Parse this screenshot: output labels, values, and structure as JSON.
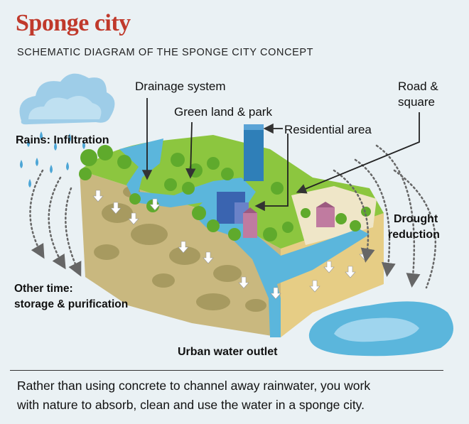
{
  "header": {
    "title": "Sponge city",
    "subtitle": "SCHEMATIC DIAGRAM OF THE SPONGE CITY CONCEPT"
  },
  "labels": {
    "drainage": "Drainage system",
    "green": "Green land & park",
    "road_line1": "Road &",
    "road_line2": "square",
    "residential": "Residential area",
    "rains": "Rains: Infiltration",
    "drought_line1": "Drought",
    "drought_line2": "reduction",
    "other_line1": "Other time:",
    "other_line2": "storage & purification",
    "outlet": "Urban water outlet"
  },
  "caption": {
    "line1": "Rather than using concrete to channel away rainwater, you work",
    "line2": "with nature to absorb, clean and use the water in a sponge city."
  },
  "colors": {
    "title": "#c0392b",
    "water": "#5bb6dc",
    "grass": "#8cc63f",
    "soil": "#c8b780",
    "tree": "#5faa2c"
  }
}
